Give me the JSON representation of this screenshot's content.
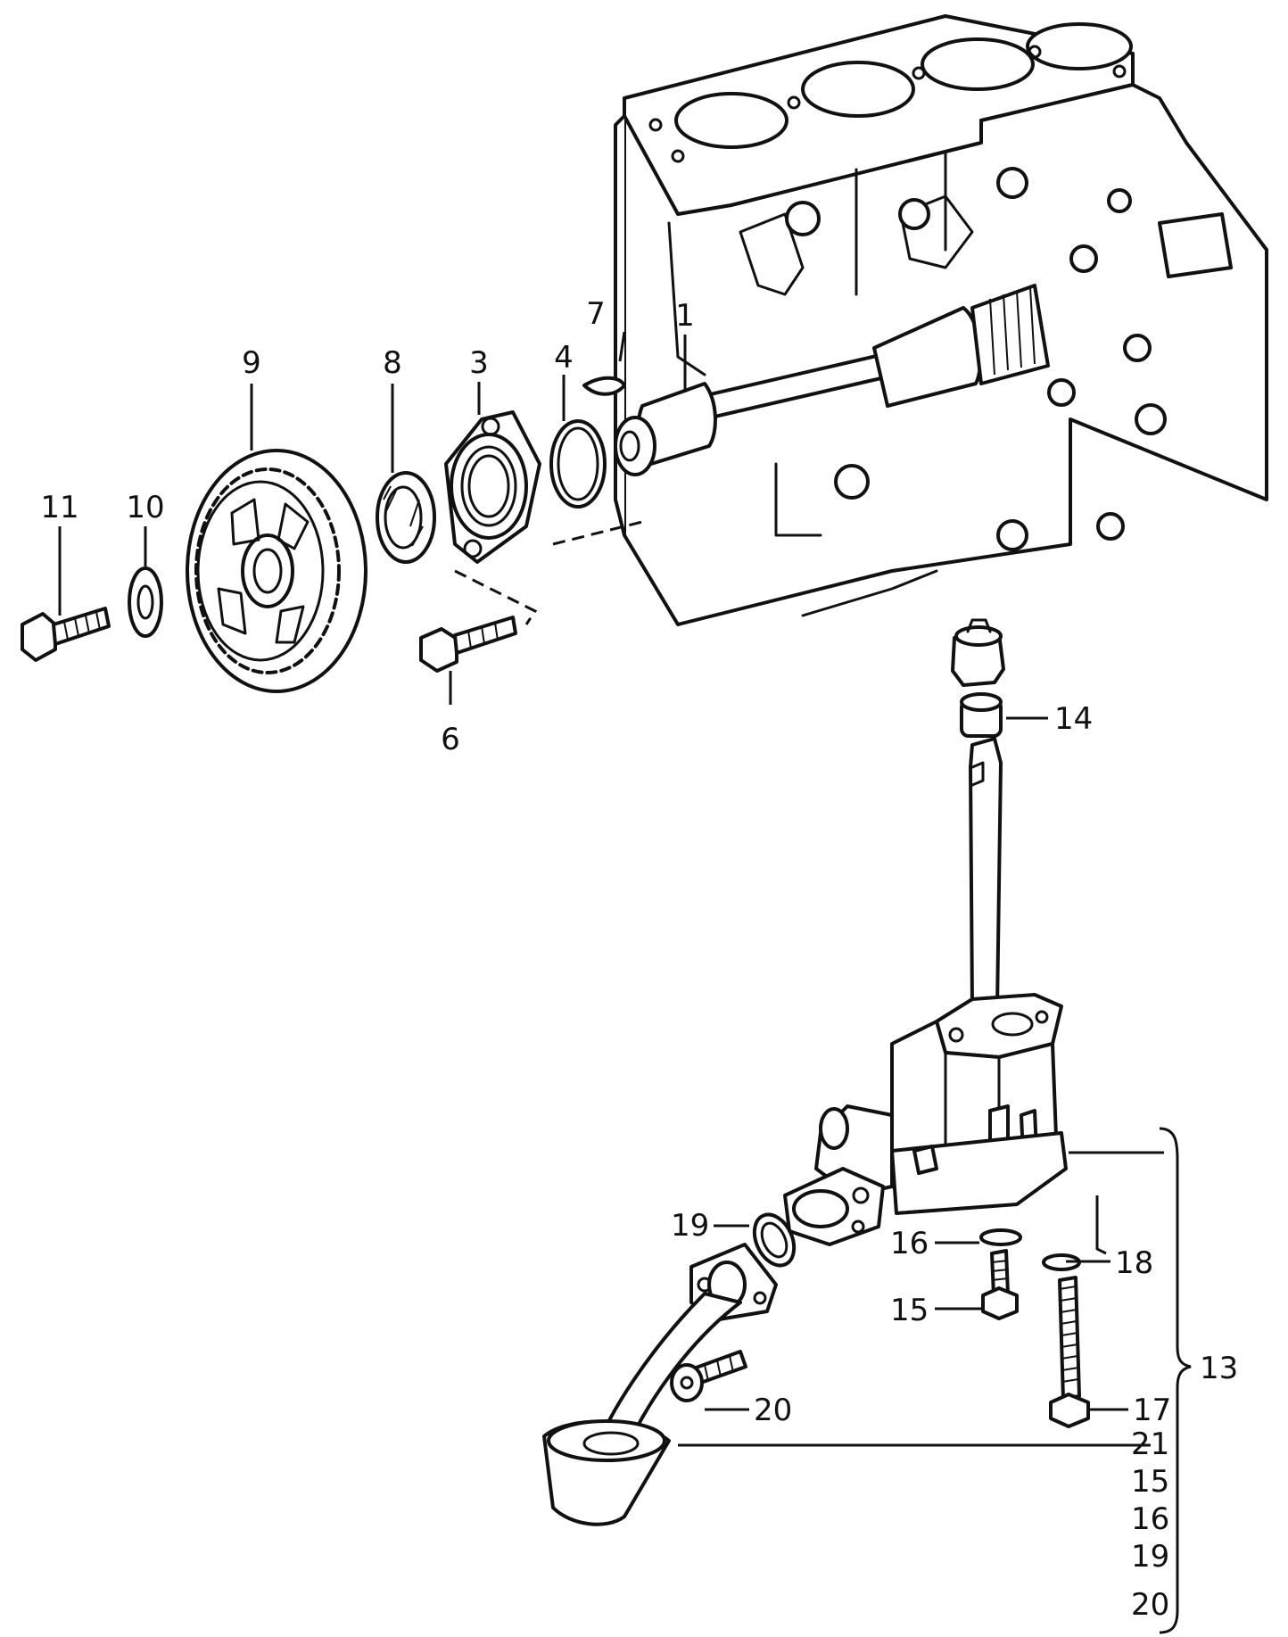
{
  "callouts": {
    "c1": "1",
    "c3": "3",
    "c4": "4",
    "c6": "6",
    "c7": "7",
    "c8": "8",
    "c9": "9",
    "c10": "10",
    "c11": "11",
    "c13": "13",
    "c14": "14",
    "c15": "15",
    "c16": "16",
    "c17": "17",
    "c18": "18",
    "c19": "19",
    "c20": "20",
    "c21": "21"
  },
  "group_13_list": [
    "21",
    "15",
    "16",
    "19",
    "20"
  ]
}
